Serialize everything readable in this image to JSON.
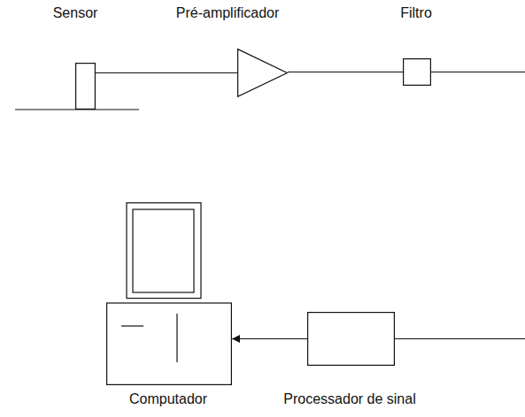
{
  "diagram": {
    "nodes": [
      {
        "text": [
          "Sensor"
        ]
      },
      {
        "text": [
          "Pré-amplificador"
        ]
      },
      {
        "text": [
          "Filtro"
        ]
      },
      {
        "text": [
          "Processador de sinal"
        ]
      },
      {
        "text": [
          "Computador"
        ]
      }
    ],
    "edges": [
      {
        "from": 0,
        "to": 1,
        "arrow": "none"
      },
      {
        "from": 1,
        "to": 2,
        "arrow": "none"
      },
      {
        "from": 2,
        "to": 3,
        "arrow": "none"
      },
      {
        "from": 3,
        "to": 4,
        "arrow": "to"
      }
    ]
  }
}
